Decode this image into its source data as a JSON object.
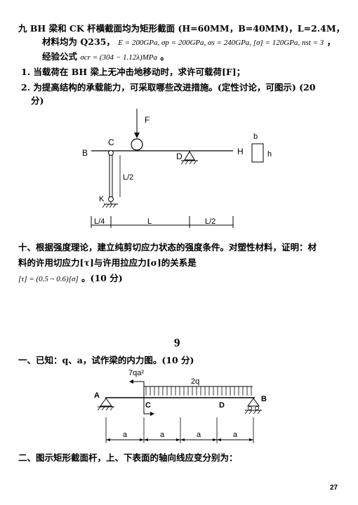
{
  "problem9": {
    "line1": "九 BH 梁和 CK 杆横截面均为矩形截面 (H=60MM，B=40MM)，L=2.4M，",
    "line2_text": "材料均为 Q235，",
    "line2_formula": "E = 200GPa, σp = 200GPa, σs = 240GPa, [σ] = 120GPa, nst = 3",
    "line2_end": "，",
    "line3_text": "经验公式",
    "line3_formula": "σcr = (304 − 1.12λ)MPa",
    "line3_end": "。",
    "q1": "1. 当载荷在 BH 梁上无冲击地移动时，求许可载荷[F]；",
    "q2a": "2. 为提高结构的承载能力，可采取哪些改进措施。(定性讨论，可图示) (20",
    "q2b": "分)"
  },
  "figure1": {
    "labels": {
      "F": "F",
      "C": "C",
      "B": "B",
      "D": "D",
      "H": "H",
      "K": "K",
      "L2": "L/2",
      "b": "b",
      "h": "h"
    },
    "dims": [
      "L/4",
      "L",
      "L/2"
    ]
  },
  "problem10": {
    "line1": "十、根据强度理论，建立纯剪切应力状态的强度条件。对塑性材料，证明：材",
    "line2": "料的许用切应力[τ]与许用拉应力[σ]的关系是",
    "line3_formula": "[τ] = (0.5 ~ 0.6)[σ]",
    "line3_end": "。(10 分)"
  },
  "section_number": "9",
  "problem_a": {
    "line": "一、已知：q、a，试作梁的内力图。(10 分)"
  },
  "figure2": {
    "moment_label": "7qa²",
    "load_label": "2q",
    "labels": {
      "A": "A",
      "B": "B",
      "C": "C",
      "D": "D"
    },
    "dims": [
      "a",
      "a",
      "a",
      "a"
    ]
  },
  "problem_b": {
    "line": "二、图示矩形截面杆，上、下表面的轴向线应变分别为："
  },
  "page_number": "27"
}
